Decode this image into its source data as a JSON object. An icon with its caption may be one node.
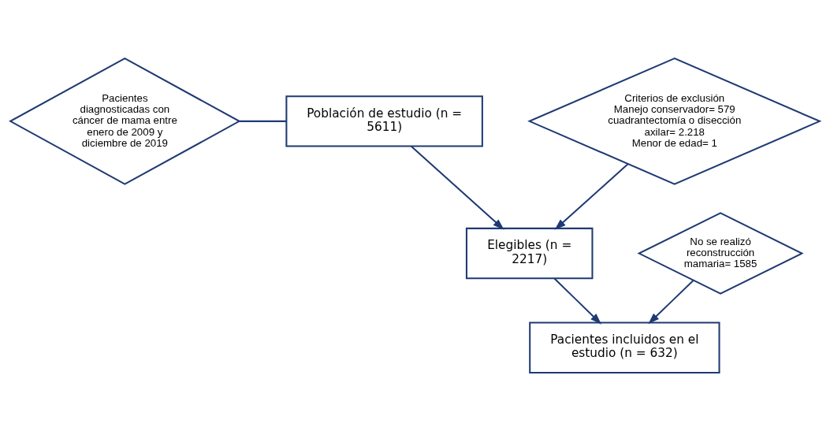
{
  "diagram": {
    "nodes": [
      {
        "text": [
          "Pacientes diagnosticadas con cáncer de mama entre enero de 2009 y diciembre de 2019"
        ]
      },
      {
        "text": [
          "Población de estudio (n = 5611)"
        ]
      },
      {
        "text": [
          "Criterios de exclusión",
          "Manejo conservador= 579",
          "cuadrantectomía o disección axilar= 2.218",
          "Menor de edad= 1"
        ]
      },
      {
        "text": [
          "Elegibles (n = 2217)"
        ]
      },
      {
        "text": [
          "No se realizó reconstrucción mamaria= 1585"
        ]
      },
      {
        "text": [
          "Pacientes incluidos en el estudio (n = 632)"
        ]
      }
    ],
    "edges": [
      {
        "from": 0,
        "to": 1,
        "arrow": "none"
      },
      {
        "from": 1,
        "to": 3,
        "arrow": "to"
      },
      {
        "from": 2,
        "to": 3,
        "arrow": "to"
      },
      {
        "from": 3,
        "to": 5,
        "arrow": "to"
      },
      {
        "from": 4,
        "to": 5,
        "arrow": "to"
      }
    ]
  }
}
